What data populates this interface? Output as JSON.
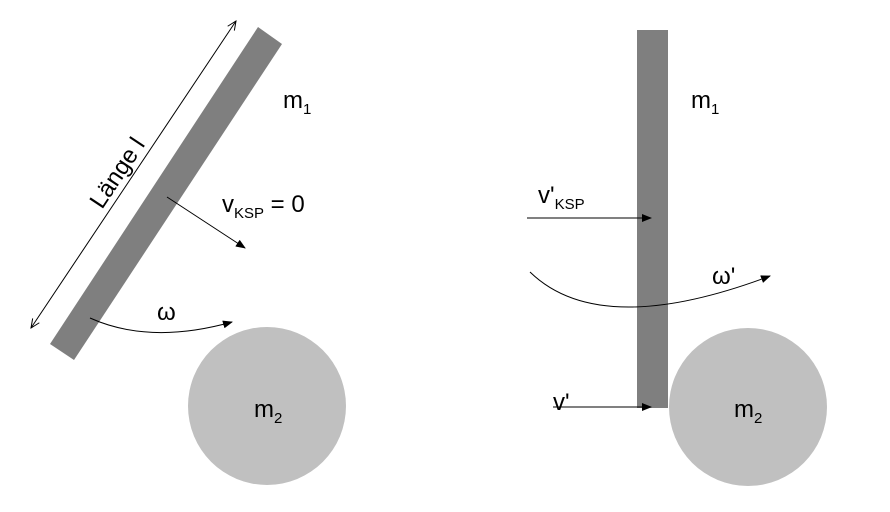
{
  "colors": {
    "rod": "#7f7f7f",
    "ball": "#c0c0c0",
    "line": "#000000"
  },
  "left_panel": {
    "mass1": {
      "symbol": "m",
      "sub": "1"
    },
    "mass2": {
      "symbol": "m",
      "sub": "2"
    },
    "length_label": "Länge l",
    "velocity": {
      "symbol": "v",
      "sub": "KSP",
      "rest": " = 0"
    },
    "angular": "ω"
  },
  "right_panel": {
    "mass1": {
      "symbol": "m",
      "sub": "1"
    },
    "mass2": {
      "symbol": "m",
      "sub": "2"
    },
    "velocity_ksp": {
      "symbol": "v'",
      "sub": "KSP"
    },
    "angular": "ω'",
    "velocity": "v'"
  }
}
